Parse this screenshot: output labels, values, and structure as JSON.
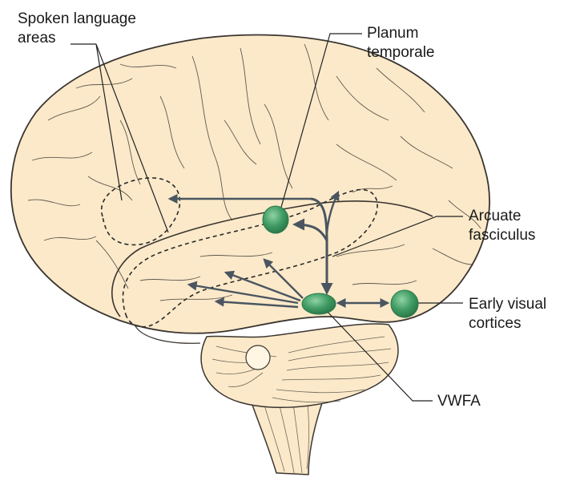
{
  "labels": {
    "spoken_language_areas": [
      "Spoken language",
      "areas"
    ],
    "planum_temporale": [
      "Planum",
      "temporale"
    ],
    "arcuate_fasciculus": [
      "Arcuate",
      "fasciculus"
    ],
    "early_visual_cortices": [
      "Early visual",
      "cortices"
    ],
    "vwfa": "VWFA"
  },
  "colors": {
    "brain_fill": "#fbe9c9",
    "outline": "#3a3530",
    "arrow": "#4a5560",
    "node_fill": "#3f9a62",
    "node_highlight": "#8fd3a4"
  }
}
